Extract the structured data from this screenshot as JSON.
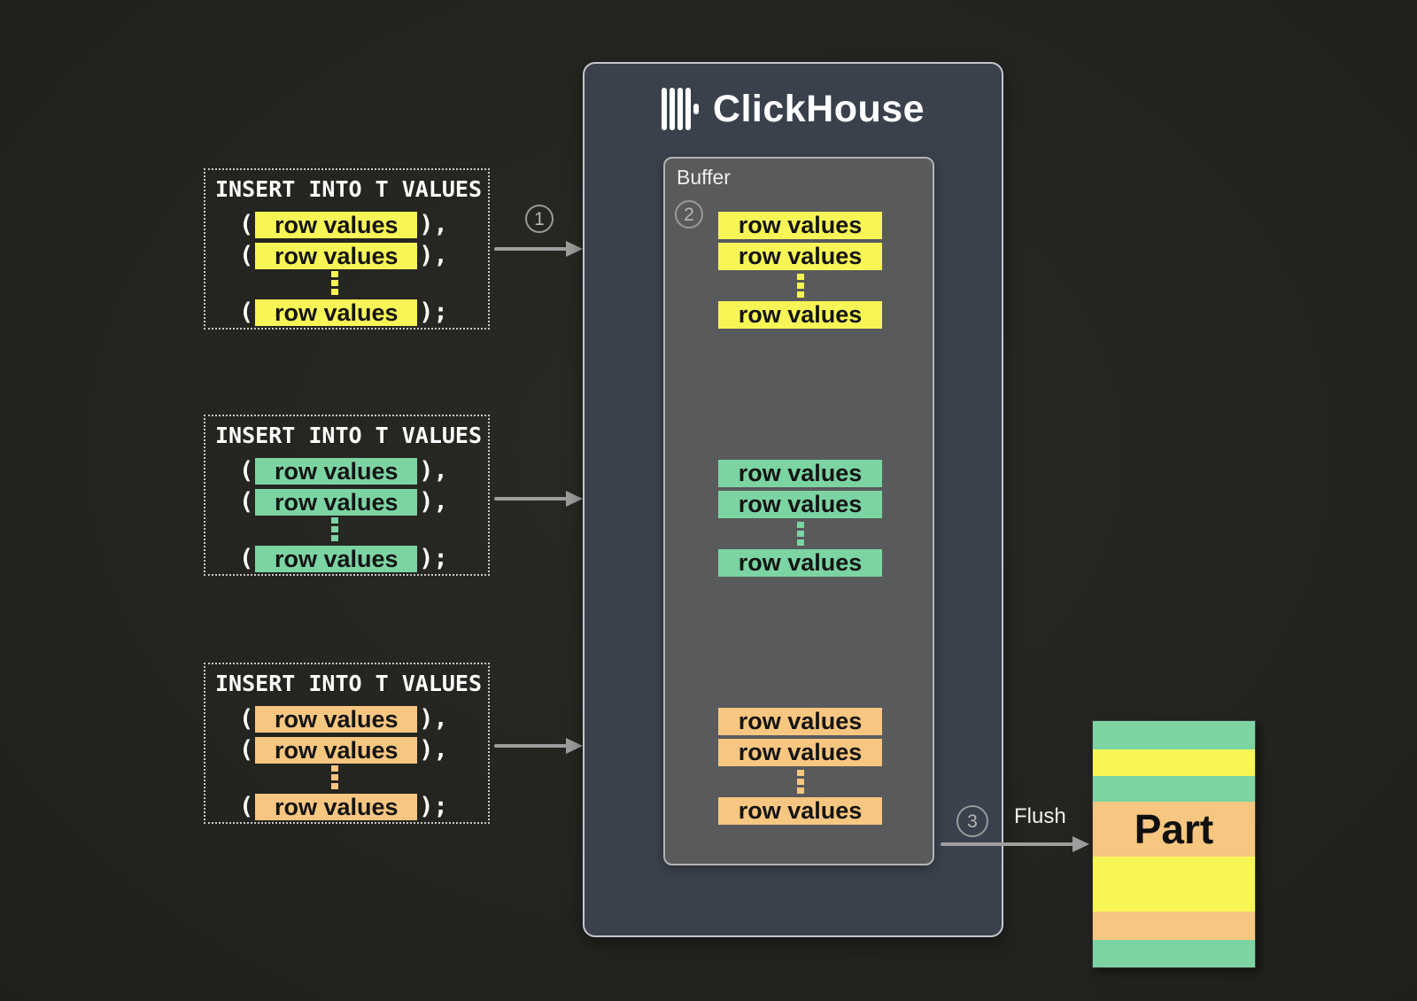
{
  "colors": {
    "yellow": "#f8f657",
    "green": "#7cd4a3",
    "orange": "#f7c680",
    "arrow_gray": "#9e9e9e",
    "clickhouse_panel": "#3a414d",
    "buffer_panel": "#595a5c"
  },
  "insert_blocks": [
    {
      "title": "INSERT INTO T VALUES",
      "color": "#f8f657",
      "open": "(",
      "sep": "),",
      "end": ");",
      "rows": [
        "row values",
        "row values",
        "row values"
      ]
    },
    {
      "title": "INSERT INTO T VALUES",
      "color": "#7cd4a3",
      "open": "(",
      "sep": "),",
      "end": ");",
      "rows": [
        "row values",
        "row values",
        "row values"
      ]
    },
    {
      "title": "INSERT INTO T VALUES",
      "color": "#f7c680",
      "open": "(",
      "sep": "),",
      "end": ");",
      "rows": [
        "row values",
        "row values",
        "row values"
      ]
    }
  ],
  "steps": [
    "1",
    "2",
    "3"
  ],
  "clickhouse": {
    "name": "ClickHouse",
    "buffer_label": "Buffer"
  },
  "buffer_groups": [
    {
      "color": "#f8f657",
      "rows": [
        "row values",
        "row values",
        "row values"
      ]
    },
    {
      "color": "#7cd4a3",
      "rows": [
        "row values",
        "row values",
        "row values"
      ]
    },
    {
      "color": "#f7c680",
      "rows": [
        "row values",
        "row values",
        "row values"
      ]
    }
  ],
  "flush_label": "Flush",
  "part": {
    "label": "Part",
    "stripes": [
      {
        "color": "#7cd4a3"
      },
      {
        "color": "#f8f657"
      },
      {
        "color": "#7cd4a3"
      },
      {
        "color": "#f7c680"
      },
      {
        "color": "#f8f657"
      },
      {
        "color": "#f7c680"
      },
      {
        "color": "#7cd4a3"
      }
    ]
  }
}
